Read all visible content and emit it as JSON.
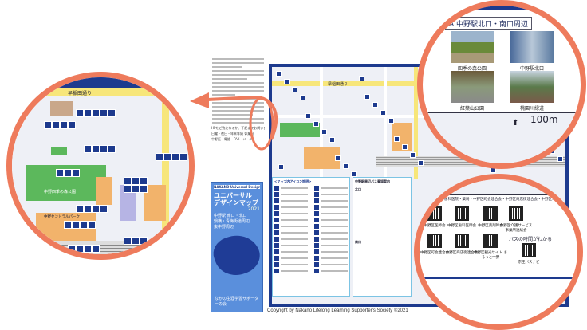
{
  "document": {
    "lines": [
      "HPをご覧になるか、下記までお問い合わせください。",
      "日曜・祝日・年末年始 休業日",
      "中野区・電話・FAX・メール"
    ]
  },
  "cover": {
    "english_title": "NAKANO Universal Design MAP",
    "title_line1": "ユニバーサル",
    "title_line2": "デザインマップ",
    "year": "2021",
    "areas": [
      "中野駅 南口・北口",
      "鍋横・青梅街道周辺",
      "東中野周辺"
    ],
    "organization": "なかの生涯学習サポーターの会"
  },
  "map": {
    "street_label": "早稲田通り",
    "park_label": "中野四季の森公園",
    "central_park_label": "中野セントラルパーク",
    "copyright": "Copyright by Nakano Lifelong Learning Supporter's Society ©2021"
  },
  "legend": {
    "title": "<マップ内アイコン説明>",
    "bus_title": "中野駅周辺バス乗場案内",
    "north_exit": "北口",
    "south_exit": "南口"
  },
  "photo_panel": {
    "heading": "A 中野駅北口・南口周辺",
    "photos": [
      {
        "caption": "四季の森公園"
      },
      {
        "caption": "中野駅北口"
      },
      {
        "caption": "紅葉山公園"
      },
      {
        "caption": "桃園川緑道"
      }
    ],
    "scale": "100m"
  },
  "qr_panel": {
    "intro": "区内の医院・歯科医院・薬局・中野区町会連合会・中野区商店街連合会・中野区介護サービス",
    "qr_codes": [
      {
        "label": "中野区医師会"
      },
      {
        "label": "中野区歯科医師会"
      },
      {
        "label": "中野区薬剤師会"
      },
      {
        "label": "中野区介護サービス事業所連絡会"
      },
      {
        "label": "中野区町会連合会"
      },
      {
        "label": "中野区商店街連合会"
      },
      {
        "label": "中野区観光サイト まるっと中野"
      }
    ],
    "bus_heading": "バスの時間がわかる",
    "bus_qr_label": "京王バスナビ"
  },
  "colors": {
    "accent": "#ee7b5c",
    "navy": "#1d3a8e",
    "park": "#5cb85c",
    "building": "#f2b36b"
  }
}
